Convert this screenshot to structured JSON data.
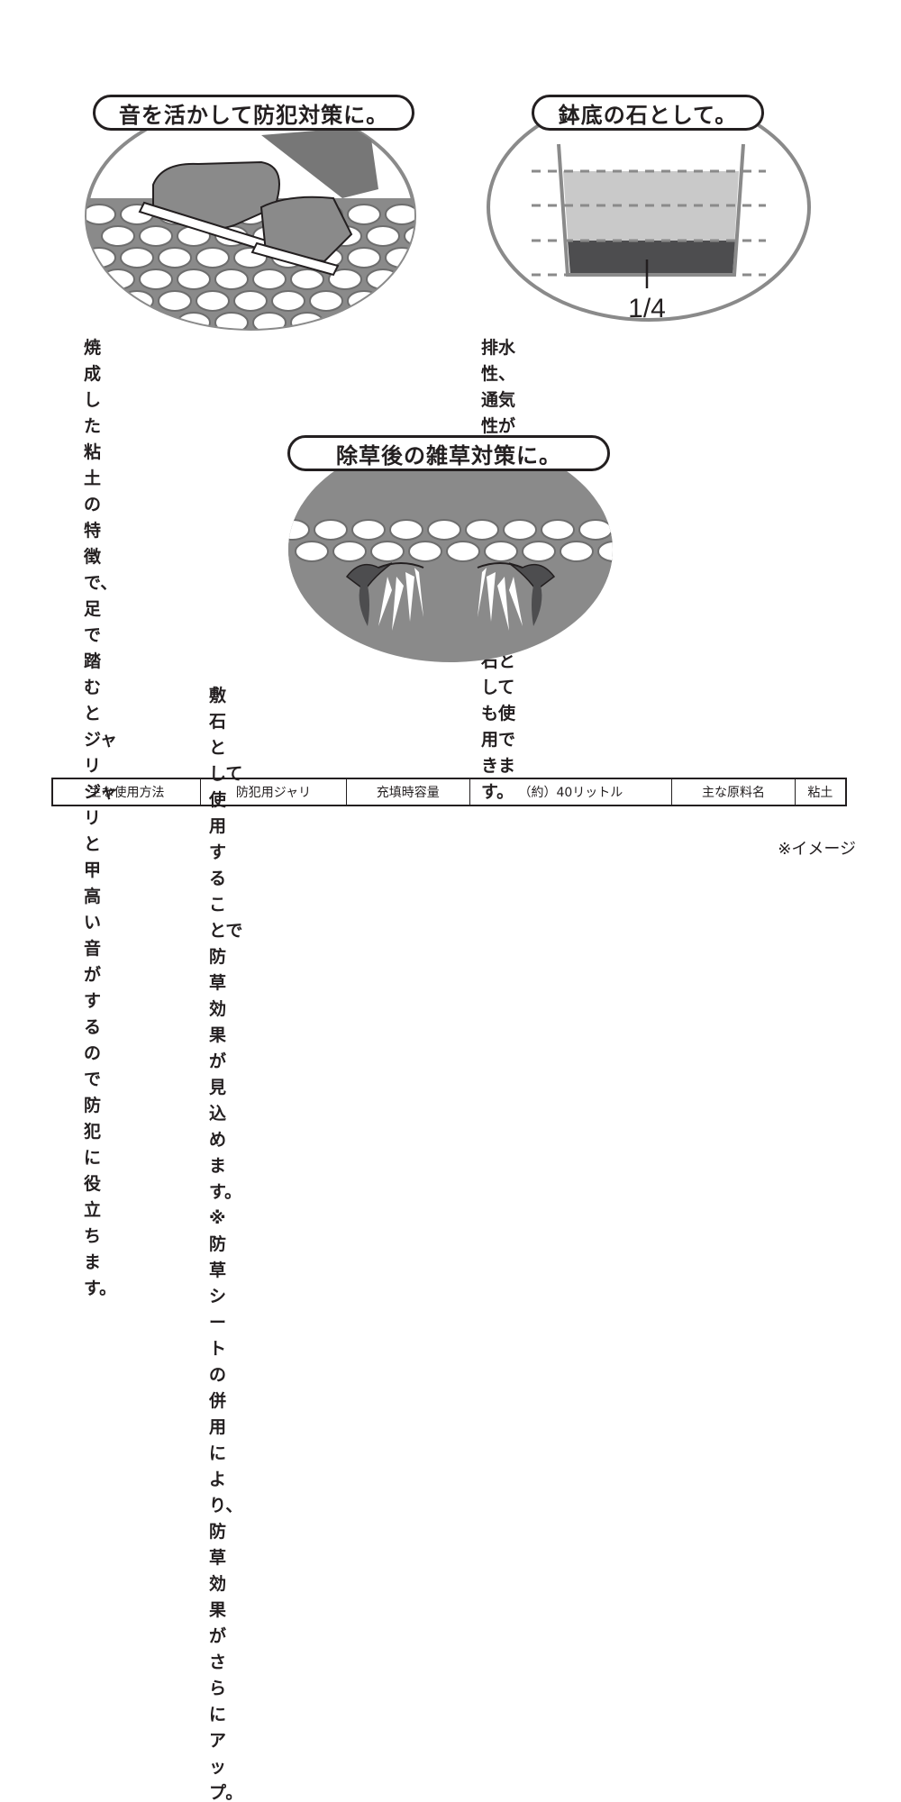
{
  "panel_security": {
    "title": "音を活かして防犯対策に。",
    "description": "焼成した粘土の特徴で、足で踏むと\nジャリジャリと甲高い音がするので防\n犯に役立ちます。"
  },
  "panel_pot": {
    "title": "鉢底の石として。",
    "fraction_label": "1/4",
    "fill_fraction": 0.25,
    "description": "排水性、通気性があるため、鉢、プラン\nターの底石としても使用できます。"
  },
  "panel_weed": {
    "title": "除草後の雑草対策に。",
    "description": "敷石として使用することで防草効果が見込めます。\n※防草シートの併用により、防草効果がさらにアップ。"
  },
  "spec_table": {
    "cells": [
      "主な使用方法",
      "防犯用ジャリ",
      "充填時容量",
      "（約）40リットル",
      "主な原料名",
      "粘土"
    ]
  },
  "image_note": "※イメージ",
  "colors": {
    "ink": "#231f20",
    "gray_dark": "#4d4d4f",
    "gray_mid": "#8a8a8a",
    "gray_light": "#c9c9c9"
  }
}
